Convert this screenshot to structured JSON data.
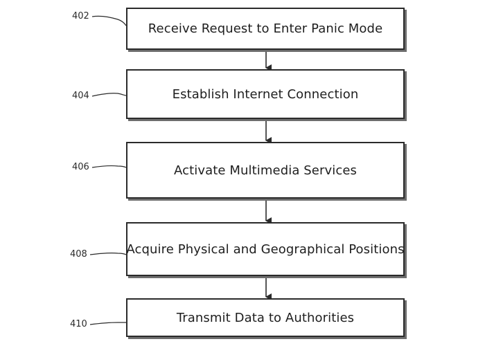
{
  "steps": [
    {
      "ref": "402",
      "label": "Receive Request to Enter Panic Mode"
    },
    {
      "ref": "404",
      "label": "Establish Internet Connection"
    },
    {
      "ref": "406",
      "label": "Activate Multimedia Services"
    },
    {
      "ref": "408",
      "label": "Acquire Physical and Geographical Positions"
    },
    {
      "ref": "410",
      "label": "Transmit Data to Authorities"
    }
  ],
  "colors": {
    "line": "#2a2a2a",
    "shadow": "#6d6d6d",
    "text": "#1e1e1e"
  }
}
